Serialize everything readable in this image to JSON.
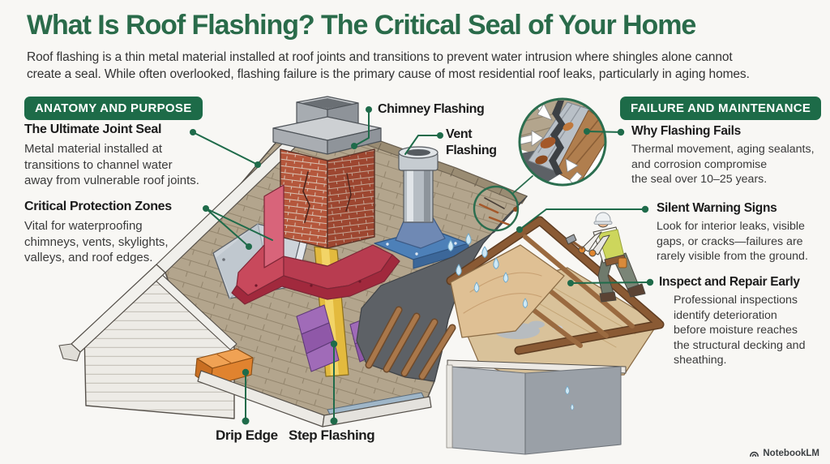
{
  "header": {
    "title": "What Is Roof Flashing? The Critical Seal of Your Home",
    "intro_lines": [
      "Roof flashing is a thin metal material installed at roof joints and transitions to prevent water intrusion where shingles alone cannot",
      "create a seal. While often overlooked, flashing failure is the primary cause of most residential roof leaks, particularly in aging homes."
    ]
  },
  "left_panel": {
    "badge": "ANATOMY AND PURPOSE",
    "sections": [
      {
        "heading": "The Ultimate Joint Seal",
        "body_lines": [
          "Metal material installed at",
          "transitions to channel water",
          "away from vulnerable roof joints."
        ]
      },
      {
        "heading": "Critical Protection Zones",
        "body_lines": [
          "Vital for waterproofing",
          "chimneys, vents, skylights,",
          "valleys, and roof edges."
        ]
      }
    ]
  },
  "right_panel": {
    "badge": "FAILURE AND MAINTENANCE",
    "sections": [
      {
        "heading": "Why Flashing Fails",
        "body_lines": [
          "Thermal movement, aging sealants,",
          "and corrosion compromise",
          "the seal over 10–25 years."
        ]
      },
      {
        "heading": "Silent Warning Signs",
        "body_lines": [
          "Look for interior leaks, visible",
          "gaps, or cracks—failures are",
          "rarely visible from the ground."
        ]
      },
      {
        "heading": "Inspect and Repair Early",
        "body_lines": [
          "Professional inspections",
          "identify deterioration",
          "before moisture reaches",
          "the structural decking and",
          "sheathing."
        ]
      }
    ]
  },
  "diagram": {
    "labels": {
      "chimney_flashing": "Chimney Flashing",
      "vent_flashing_lines": [
        "Vent",
        "Flashing"
      ],
      "drip_edge": "Drip Edge",
      "step_flashing": "Step Flashing"
    }
  },
  "footer": {
    "brand": "NotebookLM"
  },
  "colors": {
    "accent_green": "#1d6b48",
    "title_green": "#2a6b4a",
    "shingle_tan": "#b3a58d",
    "flashing_red": "#c8495c",
    "flashing_blue": "#4d80b8",
    "flashing_yellow": "#e3ba3e",
    "flashing_purple": "#a06bb8",
    "flashing_orange": "#e0832f",
    "flashing_silver": "#cdd3d9"
  }
}
